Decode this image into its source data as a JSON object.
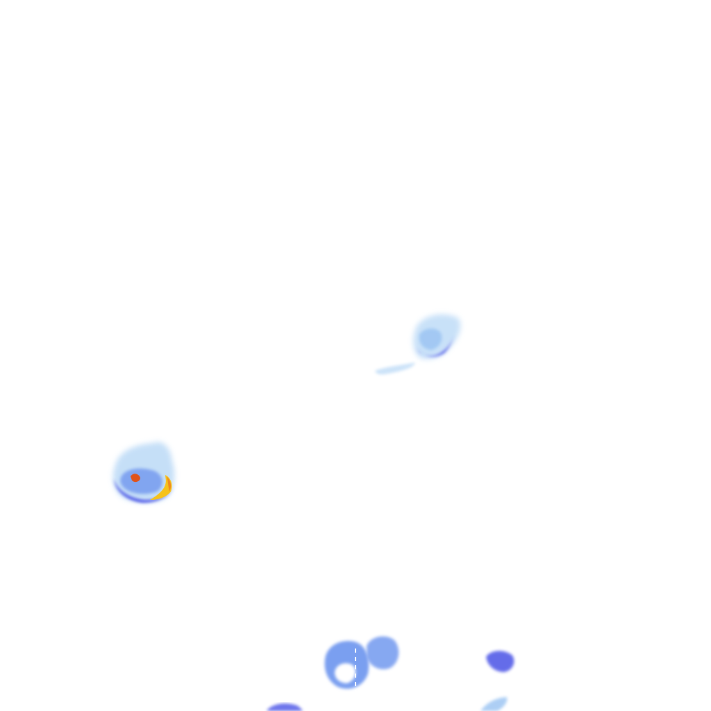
{
  "image": {
    "background_color": "#ffffff",
    "palette": {
      "pale_blue": "#bfdcf7",
      "light_blue": "#9fc6f3",
      "mid_blue": "#7a9ff0",
      "deep_blue": "#4a52e6",
      "orange": "#f08a1c",
      "yellow": "#f6c21a",
      "red_orange": "#e0521a"
    },
    "blobs": [
      {
        "name": "cell-upper-right",
        "has_core": false
      },
      {
        "name": "cell-left",
        "has_core": true
      },
      {
        "name": "cell-bottom-center",
        "has_core": false
      },
      {
        "name": "cell-bottom-right",
        "has_core": false
      },
      {
        "name": "cell-bottom-edge",
        "has_core": false
      }
    ]
  }
}
